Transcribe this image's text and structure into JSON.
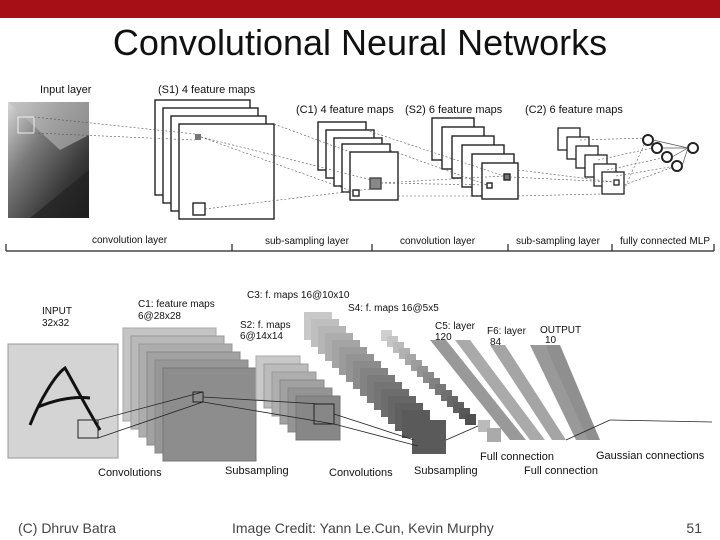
{
  "slide": {
    "title": "Convolutional Neural Networks",
    "accent_color": "#a50f15",
    "footer_left": "(C) Dhruv Batra",
    "footer_center": "Image Credit: Yann Le.Cun, Kevin Murphy",
    "page_number": "51"
  },
  "diagram_top": {
    "input_label": "Input layer",
    "s1_label": "(S1) 4 feature maps",
    "c1_label": "(C1) 4 feature maps",
    "s2_label": "(S2) 6 feature maps",
    "c2_label": "(C2) 6 feature maps",
    "stage_labels": [
      "convolution layer",
      "sub-sampling layer",
      "convolution layer",
      "sub-sampling layer",
      "fully connected MLP"
    ]
  },
  "diagram_bottom": {
    "input_label": "INPUT",
    "input_size": "32x32",
    "c1_label": "C1: feature maps",
    "c1_size": "6@28x28",
    "c3_label": "C3: f. maps 16@10x10",
    "s2_label": "S2: f. maps",
    "s2_size": "6@14x14",
    "s4_label": "S4: f. maps 16@5x5",
    "c5_label": "C5: layer",
    "c5_size": "120",
    "f6_label": "F6: layer",
    "f6_size": "84",
    "output_label": "OUTPUT",
    "output_size": "10",
    "op_labels": [
      "Convolutions",
      "Subsampling",
      "Convolutions",
      "Subsampling",
      "Full connection",
      "Full connection",
      "Gaussian connections"
    ]
  }
}
